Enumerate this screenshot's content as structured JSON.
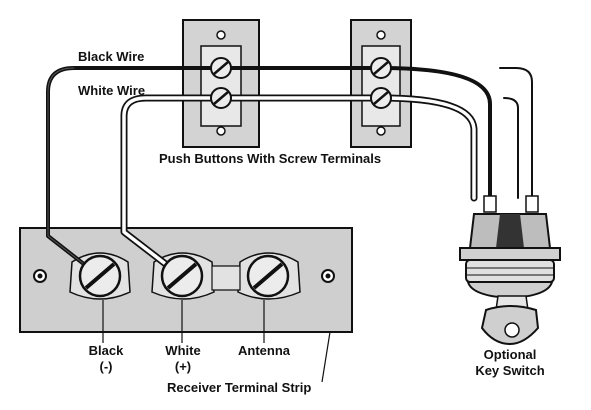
{
  "labels": {
    "black_wire": "Black Wire",
    "white_wire": "White Wire",
    "push_buttons": "Push Buttons With Screw Terminals",
    "black_line1": "Black",
    "black_line2": "(-)",
    "white_line1": "White",
    "white_line2": "(+)",
    "antenna": "Antenna",
    "receiver_strip": "Receiver Terminal Strip",
    "optional_line1": "Optional",
    "optional_line2": "Key Switch"
  },
  "colors": {
    "ink": "#111111",
    "plate_fill": "#d3d3d3",
    "strip_fill": "#cfcfcf",
    "screw_fill": "#ececec",
    "background": "#ffffff"
  },
  "icons": {
    "screw": "slotted-screw-icon",
    "key_switch": "key-switch-icon"
  }
}
